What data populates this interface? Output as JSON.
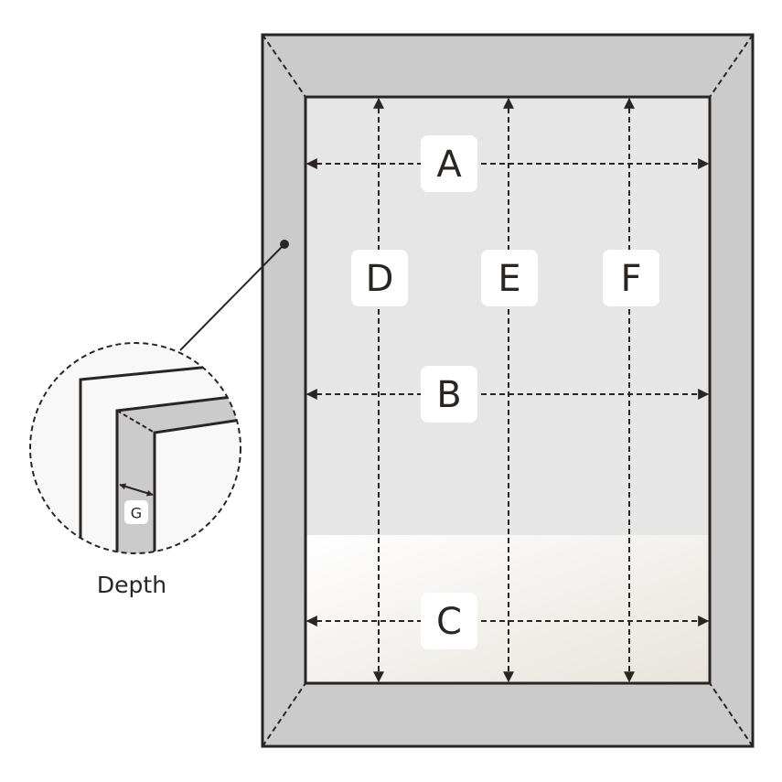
{
  "diagram": {
    "labels": {
      "A": "A",
      "B": "B",
      "C": "C",
      "D": "D",
      "E": "E",
      "F": "F",
      "G": "G"
    },
    "inset_caption": "Depth",
    "colors": {
      "frame": "#cbcbcb",
      "glass": "#e6e6e7",
      "line": "#2b2522",
      "inset_bg": "#f8f8f8"
    }
  }
}
